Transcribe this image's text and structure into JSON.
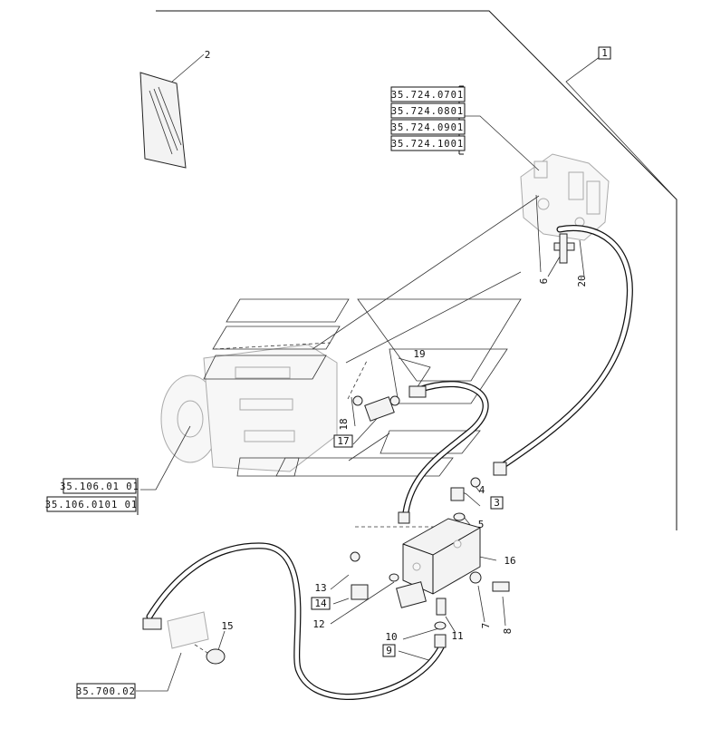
{
  "callouts": [
    "1",
    "2",
    "3",
    "4",
    "5",
    "6",
    "7",
    "8",
    "9",
    "10",
    "11",
    "12",
    "13",
    "14",
    "15",
    "16",
    "17",
    "18",
    "19",
    "20"
  ],
  "references": {
    "valve_refs": [
      "35.724.0701",
      "35.724.0801",
      "35.724.0901",
      "35.724.1001"
    ],
    "pump_refs": [
      "35.106.01 01",
      "35.106.0101 01"
    ],
    "tank_ref": "35.700.02"
  }
}
